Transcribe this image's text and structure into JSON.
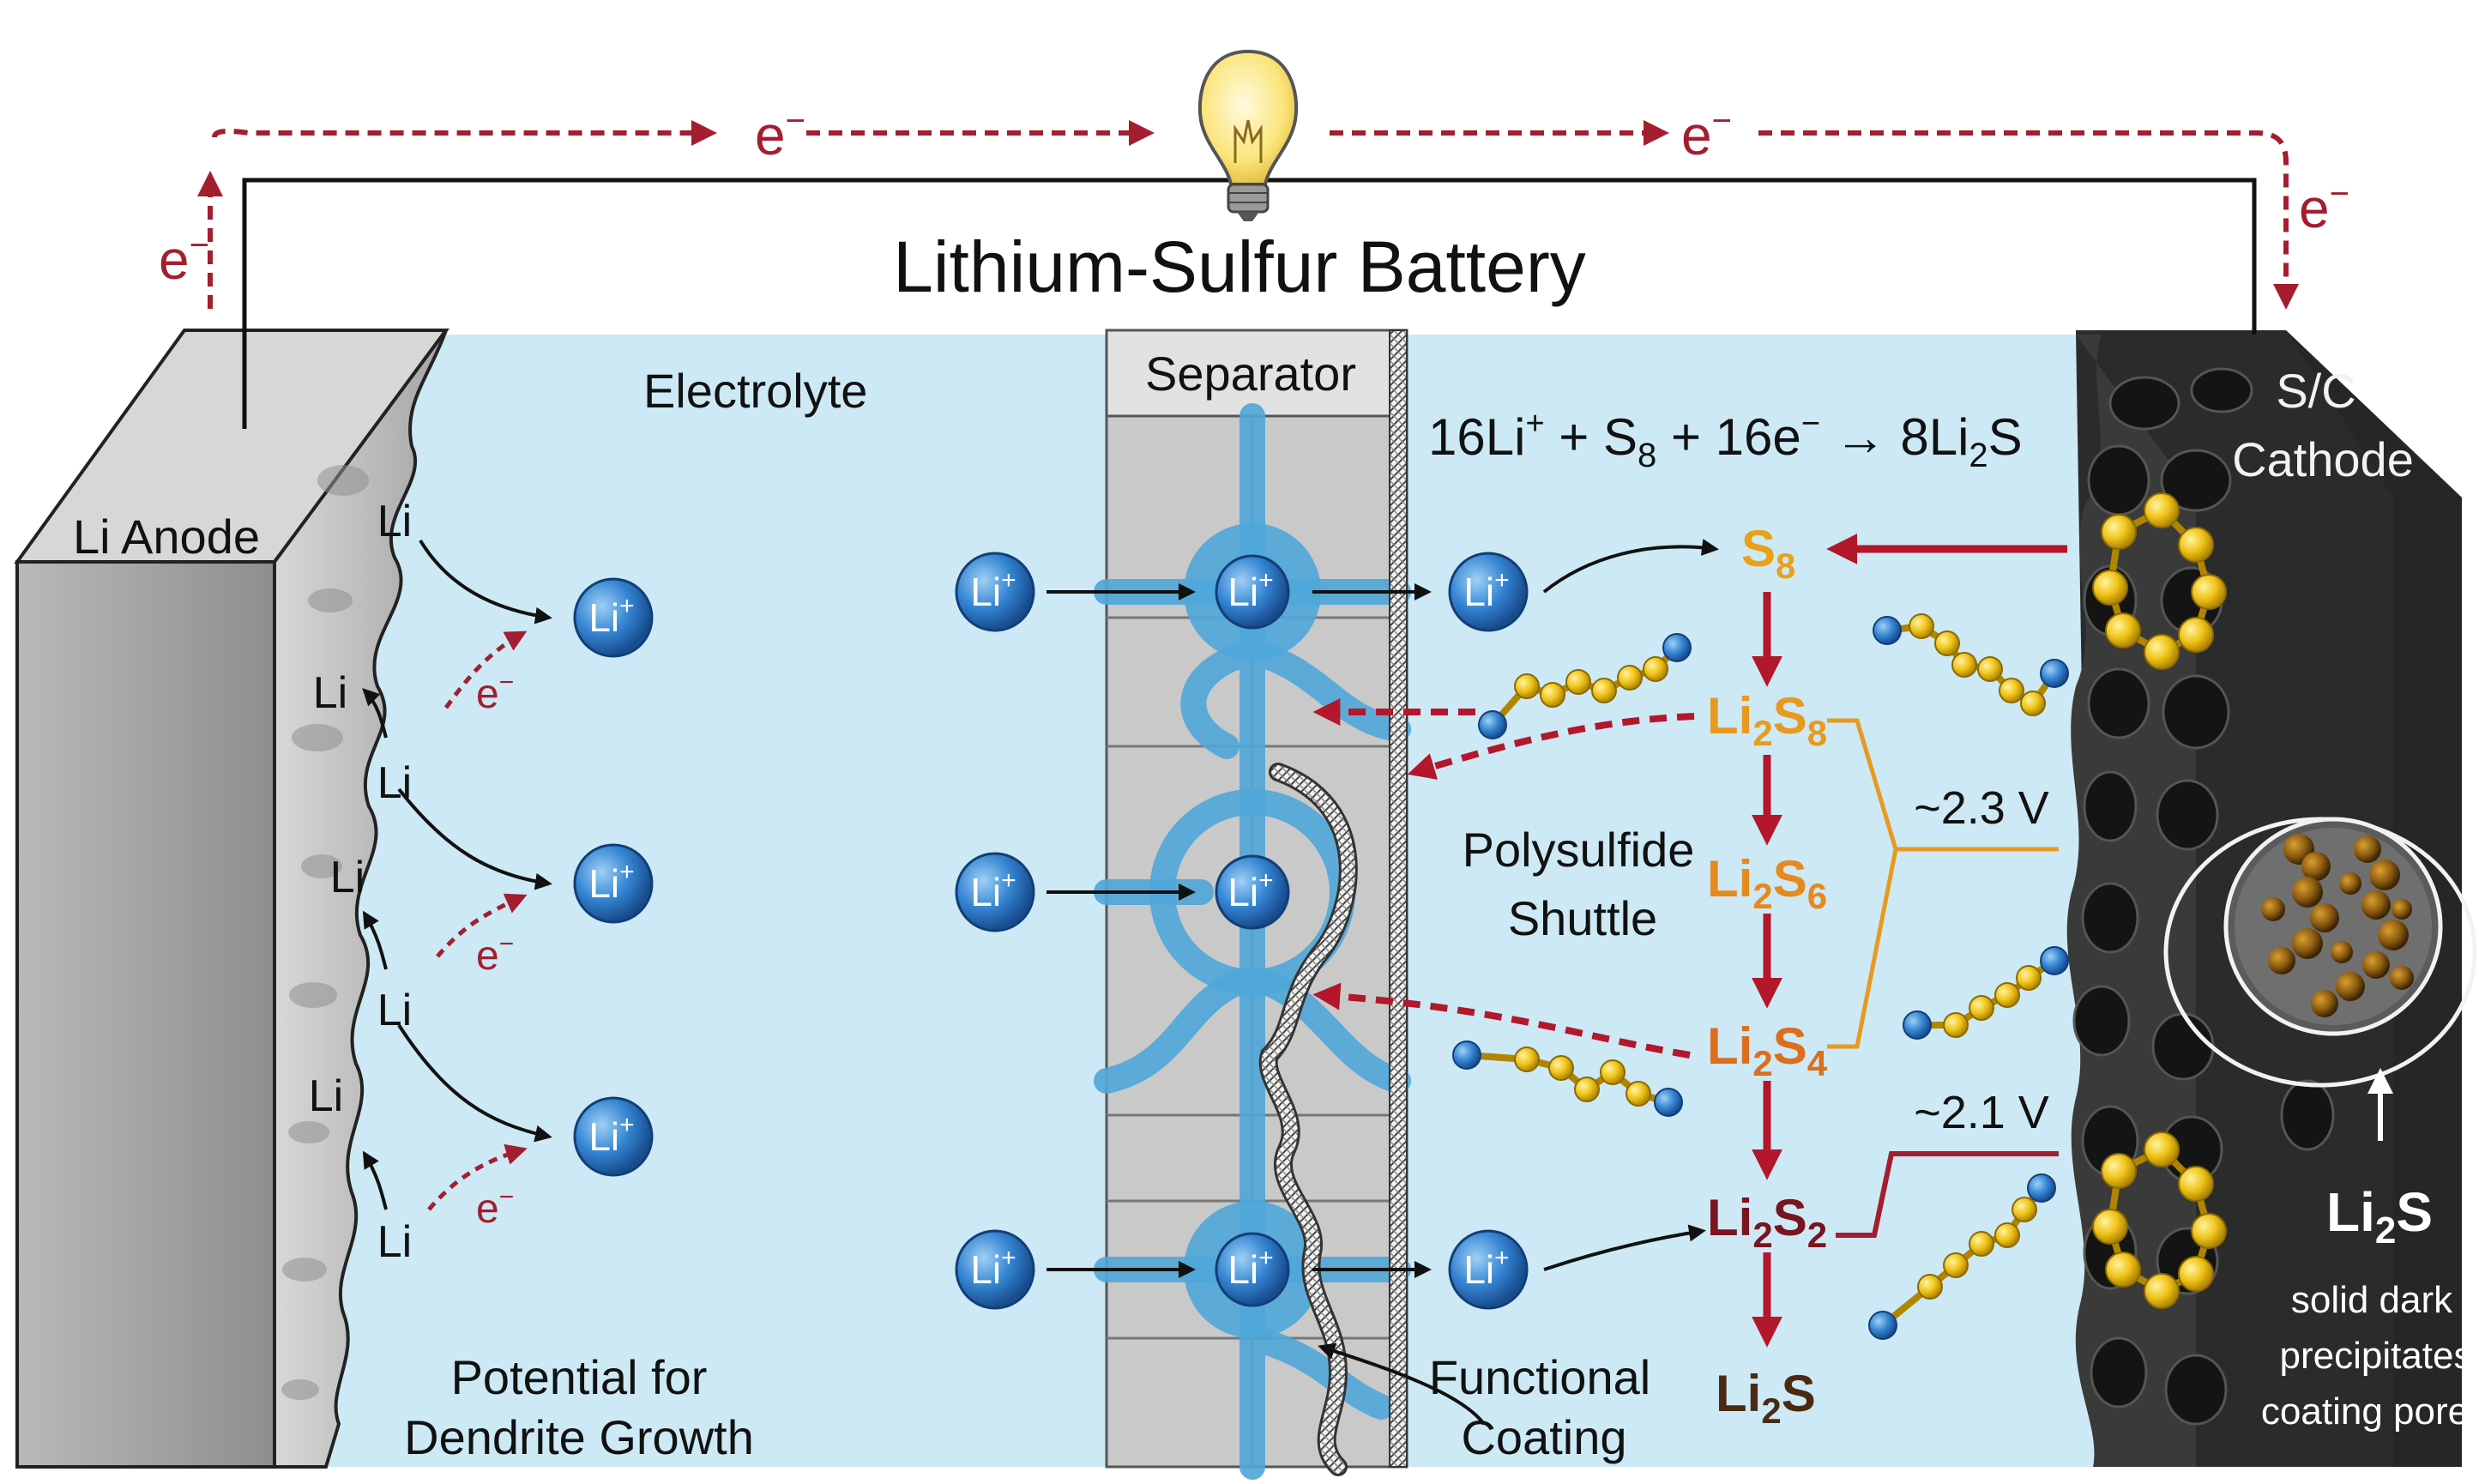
{
  "title": "Lithium-Sulfur Battery",
  "electron_symbol": "e",
  "electron_charge": "−",
  "labels": {
    "anode": "Li Anode",
    "electrolyte": "Electrolyte",
    "separator": "Separator",
    "cathode_line1": "S/C",
    "cathode_line2": "Cathode",
    "dendrite_line1": "Potential for",
    "dendrite_line2": "Dendrite Growth",
    "shuttle_line1": "Polysulfide",
    "shuttle_line2": "Shuttle",
    "coating_line1": "Functional",
    "coating_line2": "Coating",
    "voltage_high": "~2.3 V",
    "voltage_low": "~2.1 V",
    "precip_line1": "solid dark",
    "precip_line2": "precipitates",
    "precip_line3": "coating pores"
  },
  "equation": {
    "part1": "16Li",
    "plus_sup": "+",
    "part2": " + S",
    "sub8": "8",
    "part3": " + 16e",
    "minus_sup": "−",
    "part4": " → 8Li",
    "sub2": "2",
    "part5": "S"
  },
  "ion": {
    "base": "Li",
    "charge": "+"
  },
  "anode_atom": "Li",
  "species": {
    "s8": {
      "base": "S",
      "sub": "8"
    },
    "li2s8": {
      "base1": "Li",
      "sub1": "2",
      "base2": "S",
      "sub2": "8"
    },
    "li2s6": {
      "base1": "Li",
      "sub1": "2",
      "base2": "S",
      "sub2": "6"
    },
    "li2s4": {
      "base1": "Li",
      "sub1": "2",
      "base2": "S",
      "sub2": "4"
    },
    "li2s2": {
      "base1": "Li",
      "sub1": "2",
      "base2": "S",
      "sub2": "2"
    },
    "li2s": {
      "base1": "Li",
      "sub1": "2",
      "base2": "S"
    },
    "li2s_callout": {
      "base1": "Li",
      "sub1": "2",
      "base2": "S"
    }
  },
  "colors": {
    "electrolyte": "#cde9f5",
    "electron_arrow": "#a31e2e",
    "s8": "#e9a11a",
    "li2s8": "#e79a1e",
    "li2s6": "#e48a1e",
    "li2s4": "#dc6e1e",
    "li2s2": "#7a1420",
    "li2s": "#4a2a12",
    "ion": "#2f78c4",
    "sulfur": "#f0c419",
    "cathode": "#2b2b2b"
  }
}
